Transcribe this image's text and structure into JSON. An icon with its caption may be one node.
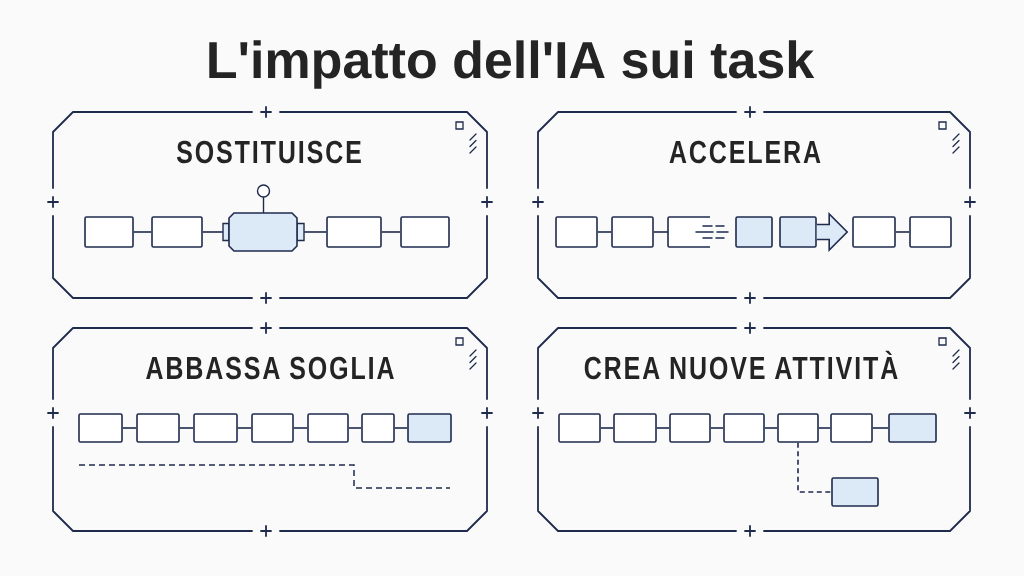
{
  "diagram": {
    "title": "L'impatto dell'IA sui task",
    "nodes": [
      {
        "text": [
          "SOSTITUISCE"
        ]
      },
      {
        "text": [],
        "shape": "box",
        "in": 0
      },
      {
        "text": [],
        "shape": "box",
        "in": 0
      },
      {
        "text": [],
        "shape": "robot",
        "in": 0
      },
      {
        "text": [],
        "shape": "box",
        "in": 0
      },
      {
        "text": [],
        "shape": "box",
        "in": 0
      },
      {
        "text": [
          "ACCELERA"
        ]
      },
      {
        "text": [],
        "shape": "box",
        "in": 6
      },
      {
        "text": [],
        "shape": "box",
        "in": 6
      },
      {
        "text": [],
        "shape": "box",
        "in": 6
      },
      {
        "text": [],
        "shape": "box",
        "in": 6
      },
      {
        "text": [],
        "shape": "box",
        "in": 6
      },
      {
        "text": [],
        "shape": "box",
        "in": 6
      },
      {
        "text": [],
        "shape": "box",
        "in": 6
      },
      {
        "text": [
          "ABBASSA SOGLIA"
        ]
      },
      {
        "text": [],
        "shape": "box",
        "in": 14
      },
      {
        "text": [],
        "shape": "box",
        "in": 14
      },
      {
        "text": [],
        "shape": "box",
        "in": 14
      },
      {
        "text": [],
        "shape": "box",
        "in": 14
      },
      {
        "text": [],
        "shape": "box",
        "in": 14
      },
      {
        "text": [],
        "shape": "box",
        "in": 14
      },
      {
        "text": [],
        "shape": "box",
        "in": 14
      },
      {
        "text": [
          "CREA NUOVE ATTIVITÀ"
        ]
      },
      {
        "text": [],
        "shape": "box",
        "in": 22
      },
      {
        "text": [],
        "shape": "box",
        "in": 22
      },
      {
        "text": [],
        "shape": "box",
        "in": 22
      },
      {
        "text": [],
        "shape": "box",
        "in": 22
      },
      {
        "text": [],
        "shape": "box",
        "in": 22
      },
      {
        "text": [],
        "shape": "box",
        "in": 22
      },
      {
        "text": [],
        "shape": "box",
        "in": 22
      },
      {
        "text": [],
        "shape": "box",
        "in": 22
      }
    ],
    "edges": [
      {
        "from": 1,
        "to": 2,
        "arrow": "none"
      },
      {
        "from": 2,
        "to": 3,
        "arrow": "none"
      },
      {
        "from": 3,
        "to": 4,
        "arrow": "none"
      },
      {
        "from": 4,
        "to": 5,
        "arrow": "none"
      },
      {
        "from": 7,
        "to": 8,
        "arrow": "none"
      },
      {
        "from": 8,
        "to": 9,
        "arrow": "none"
      },
      {
        "from": 11,
        "to": 12,
        "arrow": "to"
      },
      {
        "from": 12,
        "to": 13,
        "arrow": "none"
      },
      {
        "from": 15,
        "to": 16,
        "arrow": "none"
      },
      {
        "from": 16,
        "to": 17,
        "arrow": "none"
      },
      {
        "from": 17,
        "to": 18,
        "arrow": "none"
      },
      {
        "from": 18,
        "to": 19,
        "arrow": "none"
      },
      {
        "from": 19,
        "to": 20,
        "arrow": "none"
      },
      {
        "from": 20,
        "to": 21,
        "arrow": "none"
      },
      {
        "from": 23,
        "to": 24,
        "arrow": "none"
      },
      {
        "from": 24,
        "to": 25,
        "arrow": "none"
      },
      {
        "from": 25,
        "to": 26,
        "arrow": "none"
      },
      {
        "from": 26,
        "to": 27,
        "arrow": "none"
      },
      {
        "from": 27,
        "to": 28,
        "arrow": "none"
      },
      {
        "from": 28,
        "to": 29,
        "arrow": "none"
      },
      {
        "from": 27,
        "to": 30,
        "arrow": "none",
        "style": "dashed"
      }
    ]
  }
}
